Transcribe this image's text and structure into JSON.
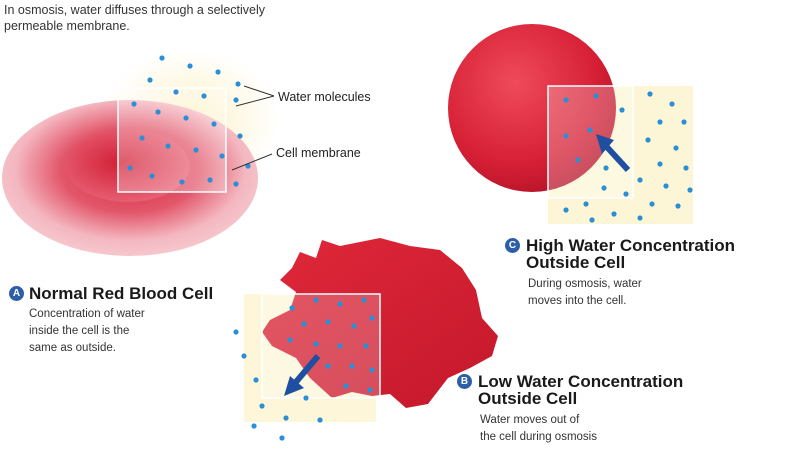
{
  "intro_text": "In osmosis, water diffuses through a selectively permeable membrane.",
  "callouts": {
    "water_molecules": "Water molecules",
    "cell_membrane": "Cell membrane"
  },
  "panels": {
    "a": {
      "badge": "A",
      "title": "Normal Red Blood Cell",
      "desc_lines": [
        "Concentration of water",
        "inside the cell is the",
        "same as outside."
      ]
    },
    "b": {
      "badge": "B",
      "title_lines": [
        "Low Water Concentration",
        "Outside Cell"
      ],
      "desc_lines": [
        "Water moves out of",
        "the cell during osmosis"
      ]
    },
    "c": {
      "badge": "C",
      "title_lines": [
        "High Water Concentration",
        "Outside Cell"
      ],
      "desc_lines": [
        "During osmosis, water",
        "moves into the cell."
      ]
    }
  },
  "colors": {
    "cell_red": "#d8283a",
    "cell_pink": "#f0a6ae",
    "water_blue": "#2b8fd6",
    "arrow_blue": "#1f4fa0",
    "badge_blue": "#2d5fa8",
    "membrane_yellow": "#fbe9a4"
  }
}
